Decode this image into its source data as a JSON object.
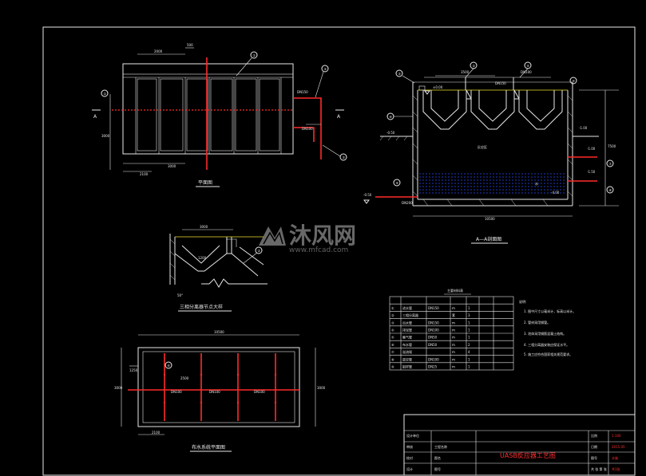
{
  "labels": {
    "A_left": "A",
    "A_right": "A",
    "section_marker": "1",
    "plan_dim_top": "2000",
    "plan_dim_top_small": "500",
    "elev_left": "-0.50",
    "elev_mid": "-1.00",
    "elev_right": "-1.50",
    "elev_bottom": "-4.00",
    "elev_ground": "±0.00",
    "water_label": "水",
    "tank_total": "10500",
    "pipe_tag_1": "DN150",
    "pipe_tag_2": "DN100",
    "pipe_tag_3": "DN200"
  },
  "titles": {
    "plan_view": "平面图",
    "section_view": "A—A剖面图",
    "detail_view": "三相分离器节点大样",
    "distribution_view": "布水系统平面图",
    "table_title": "主要材料表"
  },
  "table": {
    "rows": [
      [
        "①",
        "进水管",
        "DN150",
        "m",
        "1"
      ],
      [
        "②",
        "三相分离器",
        "",
        "套",
        "3"
      ],
      [
        "③",
        "出水管",
        "DN150",
        "m",
        "1"
      ],
      [
        "④",
        "排泥管",
        "DN100",
        "m",
        "1"
      ],
      [
        "⑤",
        "集气管",
        "DN50",
        "m",
        "1"
      ],
      [
        "⑥",
        "布水管",
        "DN50",
        "m",
        "2"
      ],
      [
        "⑦",
        "溢流堰",
        "",
        "m",
        "4"
      ],
      [
        "⑧",
        "放空管",
        "DN100",
        "m",
        "1"
      ],
      [
        "⑨",
        "取样管",
        "DN25",
        "m",
        "1"
      ]
    ]
  },
  "notes": [
    "说明:",
    "1. 图中尺寸以毫米计，标高以米计。",
    "2. 管材采用钢管。",
    "3. 池体采用钢筋混凝土结构。",
    "4. 三相分离器安装应保证水平。",
    "5. 施工应符合国家相关规范要求。"
  ],
  "title_block": {
    "drawing_title": "UASB反应器工艺图",
    "rows_left": [
      "设计单位",
      "审核",
      "校对",
      "设计"
    ],
    "rows_mid": [
      "",
      "工程名称",
      "图名",
      "图号"
    ],
    "rows_right_label": [
      "比例",
      "日期",
      "图号",
      "共 张 第 张"
    ],
    "rows_right_value": [
      "1:100",
      "2015.05",
      "水施",
      "共1张"
    ]
  },
  "watermark": {
    "brand": "沐风网",
    "url": "www.mfcad.com"
  }
}
